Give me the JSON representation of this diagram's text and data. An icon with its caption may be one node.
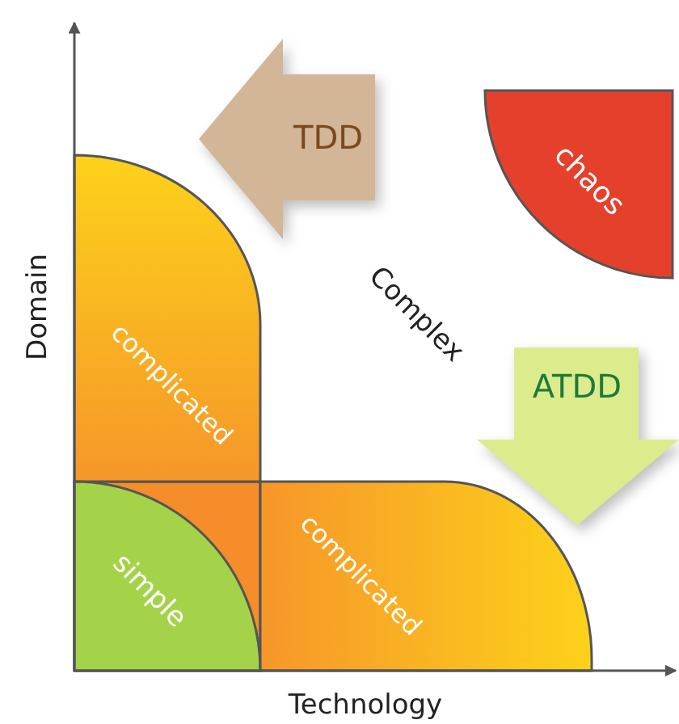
{
  "diagram": {
    "nodes": [
      {
        "text": [
          "TDD"
        ]
      },
      {
        "text": [
          "chaos"
        ]
      },
      {
        "text": [
          "complicated"
        ]
      },
      {
        "text": [
          "ATDD"
        ]
      },
      {
        "text": [
          "simple"
        ]
      },
      {
        "text": [
          "complicated"
        ]
      }
    ],
    "labels": [
      "Domain",
      "Complex",
      "Technology"
    ]
  }
}
